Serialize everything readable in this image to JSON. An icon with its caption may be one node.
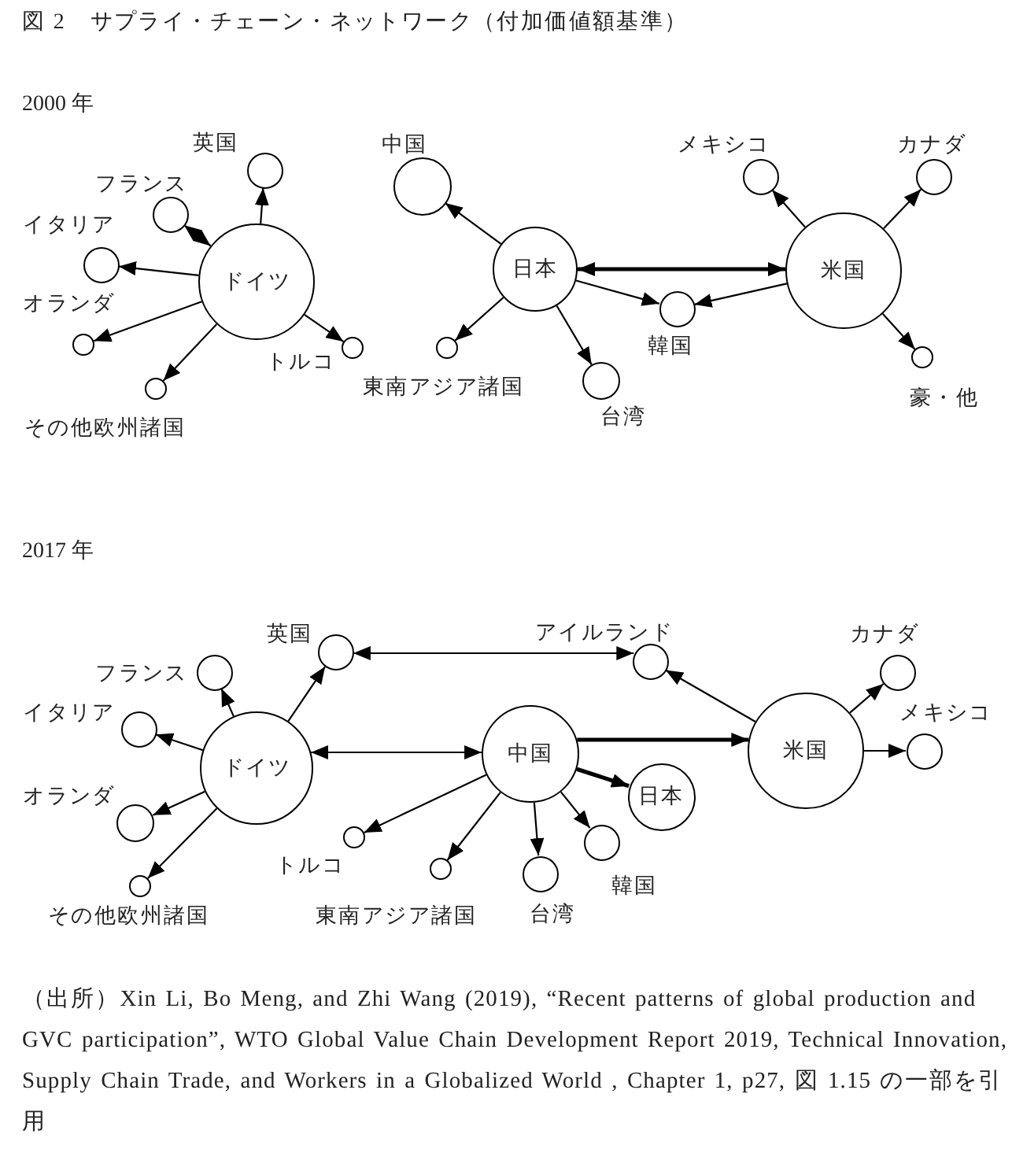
{
  "diagram": {
    "title": "図 2　サプライ・チェーン・ネットワーク（付加価値額基準）",
    "caption": "（出所）Xin Li, Bo Meng, and Zhi Wang (2019), “Recent patterns of global production and GVC participation”, WTO Global Value Chain Development Report 2019, Technical Innovation, Supply Chain Trade, and Workers in a Globalized World , Chapter 1, p27, 図 1.15 の一部を引用",
    "nodes": [
      {
        "text": [
          "ドイツ"
        ]
      },
      {
        "text": [],
        "shape": "circle",
        "beside": [
          "英国"
        ]
      },
      {
        "text": [],
        "shape": "circle",
        "beside": [
          "フランス"
        ]
      },
      {
        "text": [],
        "shape": "circle",
        "beside": [
          "イタリア"
        ]
      },
      {
        "text": [],
        "shape": "circle",
        "beside": [
          "オランダ"
        ]
      },
      {
        "text": [],
        "shape": "circle",
        "beside": [
          "その他欧州諸国"
        ]
      },
      {
        "text": [],
        "shape": "circle",
        "beside": [
          "トルコ"
        ]
      },
      {
        "text": [],
        "shape": "circle",
        "beside": [
          "中国"
        ]
      },
      {
        "text": [
          "日本"
        ]
      },
      {
        "text": [],
        "shape": "circle",
        "beside": [
          "東南アジア諸国"
        ]
      },
      {
        "text": [],
        "shape": "circle",
        "beside": [
          "台湾"
        ]
      },
      {
        "text": [],
        "shape": "circle",
        "beside": [
          "韓国"
        ]
      },
      {
        "text": [
          "米国"
        ]
      },
      {
        "text": [],
        "shape": "circle",
        "beside": [
          "メキシコ"
        ]
      },
      {
        "text": [],
        "shape": "circle",
        "beside": [
          "カナダ"
        ]
      },
      {
        "text": [],
        "shape": "circle",
        "beside": [
          "豪・他"
        ]
      },
      {
        "text": [
          "ドイツ"
        ]
      },
      {
        "text": [],
        "shape": "circle",
        "beside": [
          "英国"
        ]
      },
      {
        "text": [],
        "shape": "circle",
        "beside": [
          "フランス"
        ]
      },
      {
        "text": [],
        "shape": "circle",
        "beside": [
          "イタリア"
        ]
      },
      {
        "text": [],
        "shape": "circle",
        "beside": [
          "オランダ"
        ]
      },
      {
        "text": [],
        "shape": "circle",
        "beside": [
          "その他欧州諸国"
        ]
      },
      {
        "text": [],
        "shape": "circle",
        "beside": [
          "トルコ"
        ]
      },
      {
        "text": [],
        "shape": "circle",
        "beside": [
          "東南アジア諸国"
        ]
      },
      {
        "text": [
          "中国"
        ]
      },
      {
        "text": [],
        "shape": "circle",
        "beside": [
          "台湾"
        ]
      },
      {
        "text": [],
        "shape": "circle",
        "beside": [
          "韓国"
        ]
      },
      {
        "text": [
          "日本"
        ]
      },
      {
        "text": [],
        "shape": "circle",
        "beside": [
          "アイルランド"
        ]
      },
      {
        "text": [
          "米国"
        ]
      },
      {
        "text": [],
        "shape": "circle",
        "beside": [
          "カナダ"
        ]
      },
      {
        "text": [],
        "shape": "circle",
        "beside": [
          "メキシコ"
        ]
      }
    ],
    "edges": [
      {
        "from": 0,
        "to": 1,
        "arrow": "to"
      },
      {
        "from": 0,
        "to": 2,
        "arrow": "both"
      },
      {
        "from": 0,
        "to": 3,
        "arrow": "to"
      },
      {
        "from": 0,
        "to": 4,
        "arrow": "to"
      },
      {
        "from": 0,
        "to": 5,
        "arrow": "to"
      },
      {
        "from": 0,
        "to": 6,
        "arrow": "to"
      },
      {
        "from": 8,
        "to": 7,
        "arrow": "to"
      },
      {
        "from": 8,
        "to": 9,
        "arrow": "to"
      },
      {
        "from": 8,
        "to": 10,
        "arrow": "to"
      },
      {
        "from": 8,
        "to": 11,
        "arrow": "to"
      },
      {
        "from": 8,
        "to": 12,
        "arrow": "both",
        "style": "thick"
      },
      {
        "from": 12,
        "to": 11,
        "arrow": "to"
      },
      {
        "from": 12,
        "to": 13,
        "arrow": "to"
      },
      {
        "from": 12,
        "to": 14,
        "arrow": "to"
      },
      {
        "from": 12,
        "to": 15,
        "arrow": "to"
      },
      {
        "from": 16,
        "to": 17,
        "arrow": "to"
      },
      {
        "from": 16,
        "to": 18,
        "arrow": "to"
      },
      {
        "from": 16,
        "to": 19,
        "arrow": "to"
      },
      {
        "from": 16,
        "to": 20,
        "arrow": "to"
      },
      {
        "from": 16,
        "to": 21,
        "arrow": "to"
      },
      {
        "from": 16,
        "to": 24,
        "arrow": "both"
      },
      {
        "from": 17,
        "to": 28,
        "arrow": "both"
      },
      {
        "from": 24,
        "to": 22,
        "arrow": "to"
      },
      {
        "from": 24,
        "to": 23,
        "arrow": "to"
      },
      {
        "from": 24,
        "to": 25,
        "arrow": "to"
      },
      {
        "from": 24,
        "to": 26,
        "arrow": "to"
      },
      {
        "from": 24,
        "to": 27,
        "arrow": "to",
        "style": "thick"
      },
      {
        "from": 24,
        "to": 29,
        "arrow": "to",
        "style": "thick"
      },
      {
        "from": 29,
        "to": 28,
        "arrow": "to"
      },
      {
        "from": 29,
        "to": 30,
        "arrow": "to"
      },
      {
        "from": 29,
        "to": 31,
        "arrow": "to"
      }
    ],
    "labels": [
      "2000 年",
      "2017 年"
    ]
  }
}
